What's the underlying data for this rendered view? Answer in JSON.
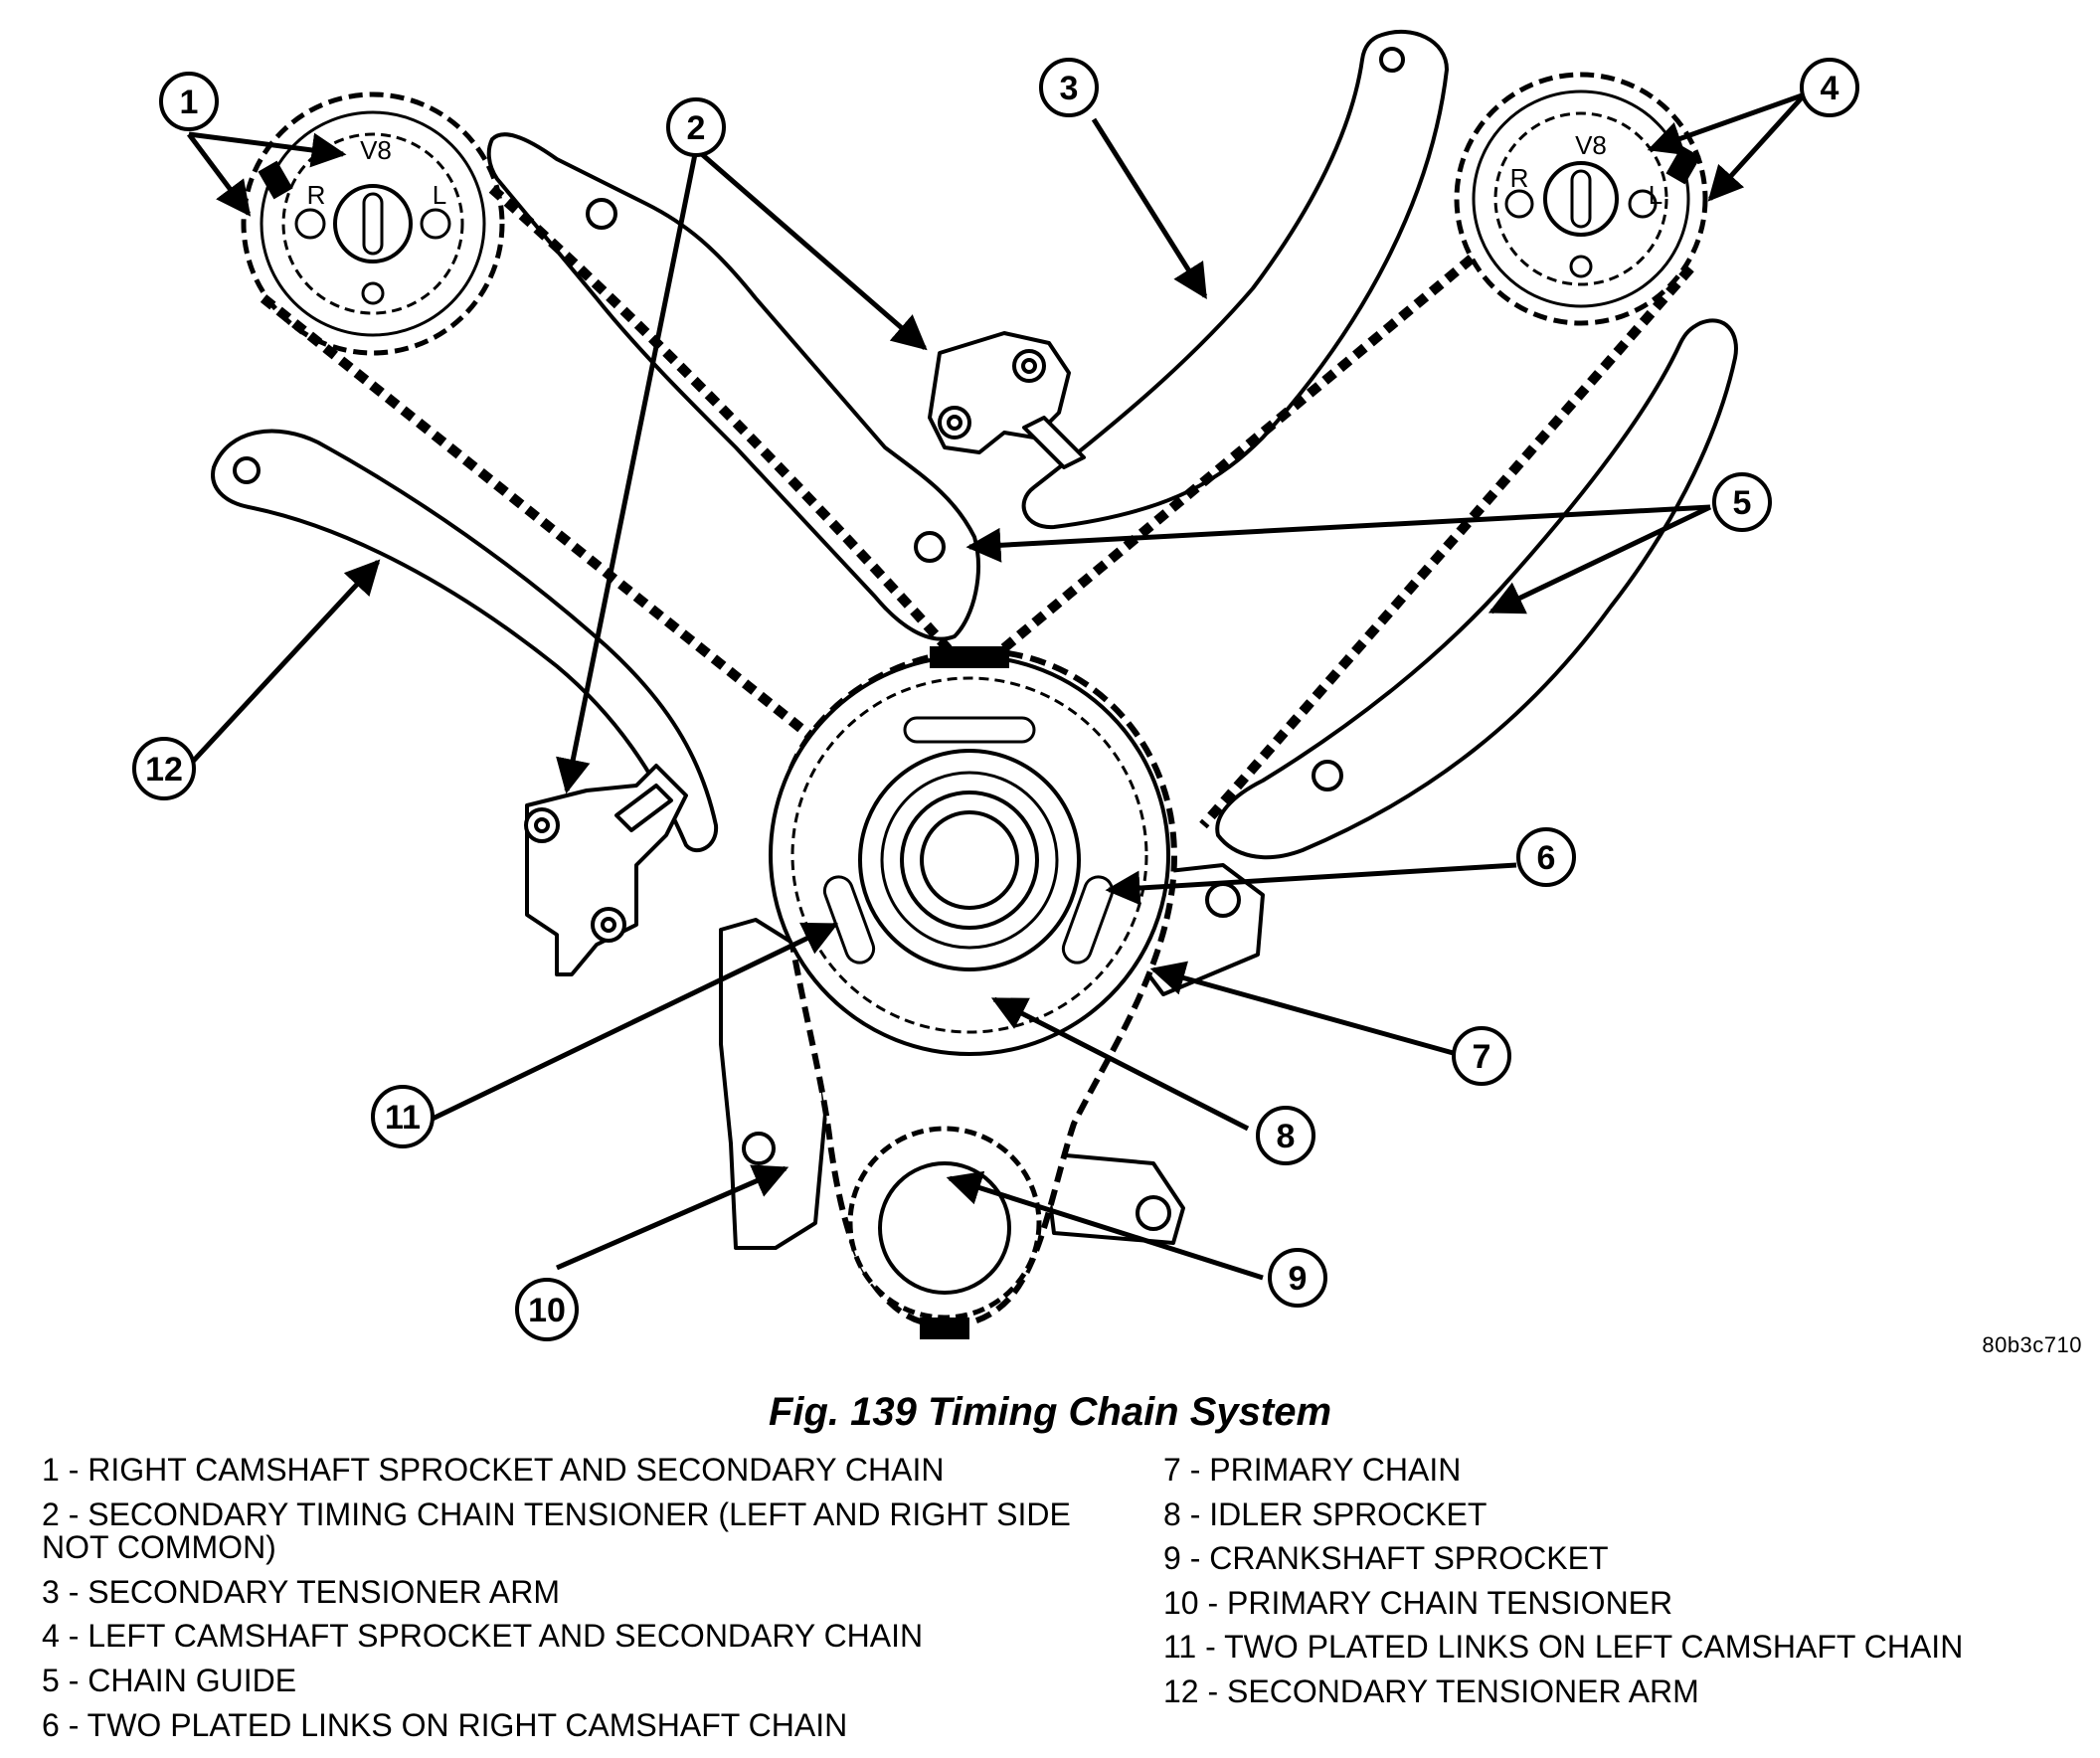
{
  "image_code": "80b3c710",
  "figure_title": "Fig. 139 Timing Chain System",
  "sprocket_labels": {
    "bank_mark": "V8",
    "right_mark": "R",
    "left_mark": "L"
  },
  "callouts": [
    "1",
    "2",
    "3",
    "4",
    "5",
    "6",
    "7",
    "8",
    "9",
    "10",
    "11",
    "12"
  ],
  "legend_left": [
    "1 - RIGHT CAMSHAFT SPROCKET AND SECONDARY CHAIN",
    "2 - SECONDARY TIMING CHAIN TENSIONER (LEFT AND RIGHT SIDE NOT COMMON)",
    "3 - SECONDARY TENSIONER ARM",
    "4 - LEFT CAMSHAFT SPROCKET AND SECONDARY CHAIN",
    "5 - CHAIN GUIDE",
    "6 - TWO PLATED LINKS ON RIGHT CAMSHAFT CHAIN"
  ],
  "legend_right": [
    "7 - PRIMARY CHAIN",
    "8 - IDLER SPROCKET",
    "9 - CRANKSHAFT SPROCKET",
    "10 - PRIMARY CHAIN TENSIONER",
    "11 - TWO PLATED LINKS ON LEFT CAMSHAFT CHAIN",
    "12 - SECONDARY TENSIONER ARM"
  ]
}
